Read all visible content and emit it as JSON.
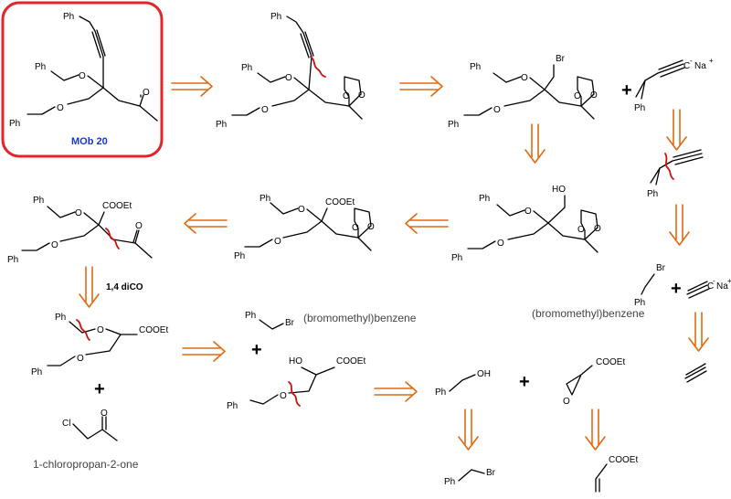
{
  "colors": {
    "arrow": "#e06a12",
    "box": "#e8222a",
    "label": "#1a35d6",
    "disconnection": "#d01010",
    "bond": "#000000",
    "name_text": "#444444"
  },
  "target": {
    "label": "MOb 20"
  },
  "atoms": {
    "ph": "Ph",
    "o": "O",
    "br": "Br",
    "ho": "HO",
    "oh": "OH",
    "cl": "Cl",
    "cooet": "COOEt",
    "na": "Na",
    "plus_charge": "+",
    "minus_charge": "-",
    "c": "C"
  },
  "plus_sign": "+",
  "names": {
    "benzyl_bromide": "(bromomethyl)benzene",
    "chloroacetone": "1-chloropropan-2-one"
  },
  "conditions": {
    "diketone": "1,4 diCO"
  }
}
